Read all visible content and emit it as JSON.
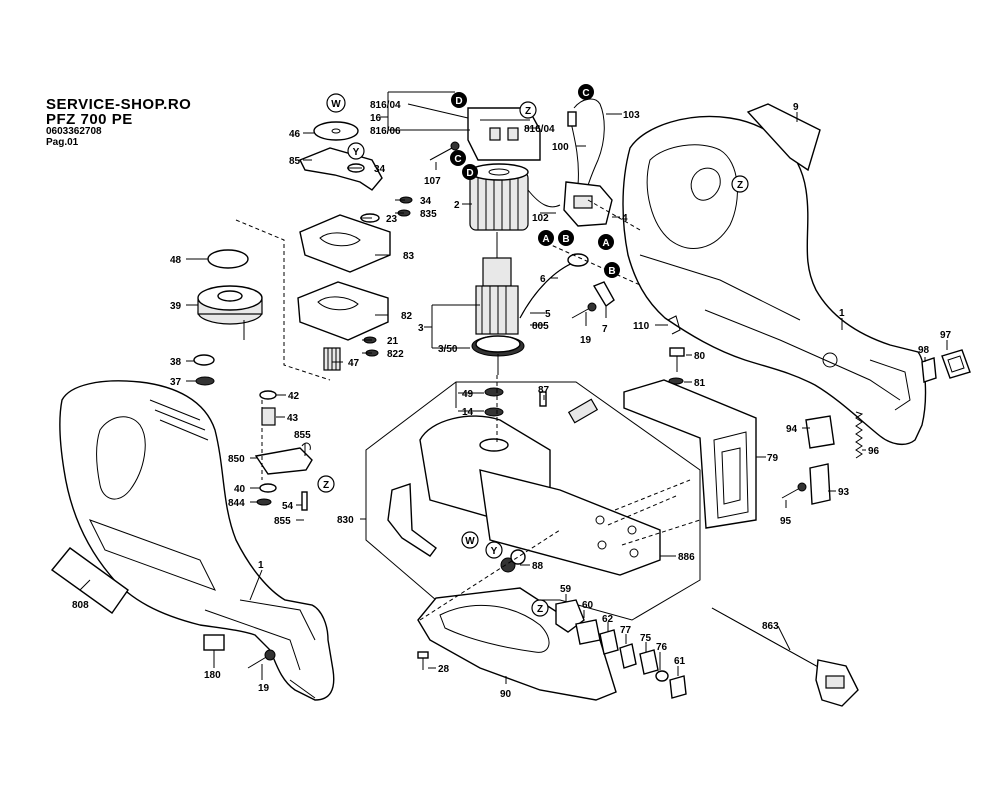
{
  "header": {
    "shop": "SERVICE-SHOP.RO",
    "model": "PFZ 700 PE",
    "code": "0603362708",
    "page": "Pag.01"
  },
  "markers": [
    "W",
    "Y",
    "Z",
    "D",
    "C",
    "A",
    "B"
  ],
  "part_labels": [
    "46",
    "85",
    "34",
    "34",
    "835",
    "23",
    "83",
    "82",
    "21",
    "822",
    "47",
    "48",
    "39",
    "38",
    "37",
    "42",
    "43",
    "855",
    "850",
    "40",
    "844",
    "54",
    "855",
    "808",
    "180",
    "19",
    "1",
    "816/04",
    "16",
    "816/06",
    "816/04",
    "107",
    "2",
    "3",
    "3/50",
    "6",
    "5",
    "805",
    "103",
    "100",
    "102",
    "4",
    "7",
    "19",
    "9",
    "110",
    "1",
    "97",
    "98",
    "80",
    "81",
    "49",
    "87",
    "14",
    "79",
    "94",
    "96",
    "93",
    "95",
    "830",
    "88",
    "886",
    "59",
    "60",
    "62",
    "77",
    "75",
    "76",
    "61",
    "28",
    "90",
    "863"
  ]
}
